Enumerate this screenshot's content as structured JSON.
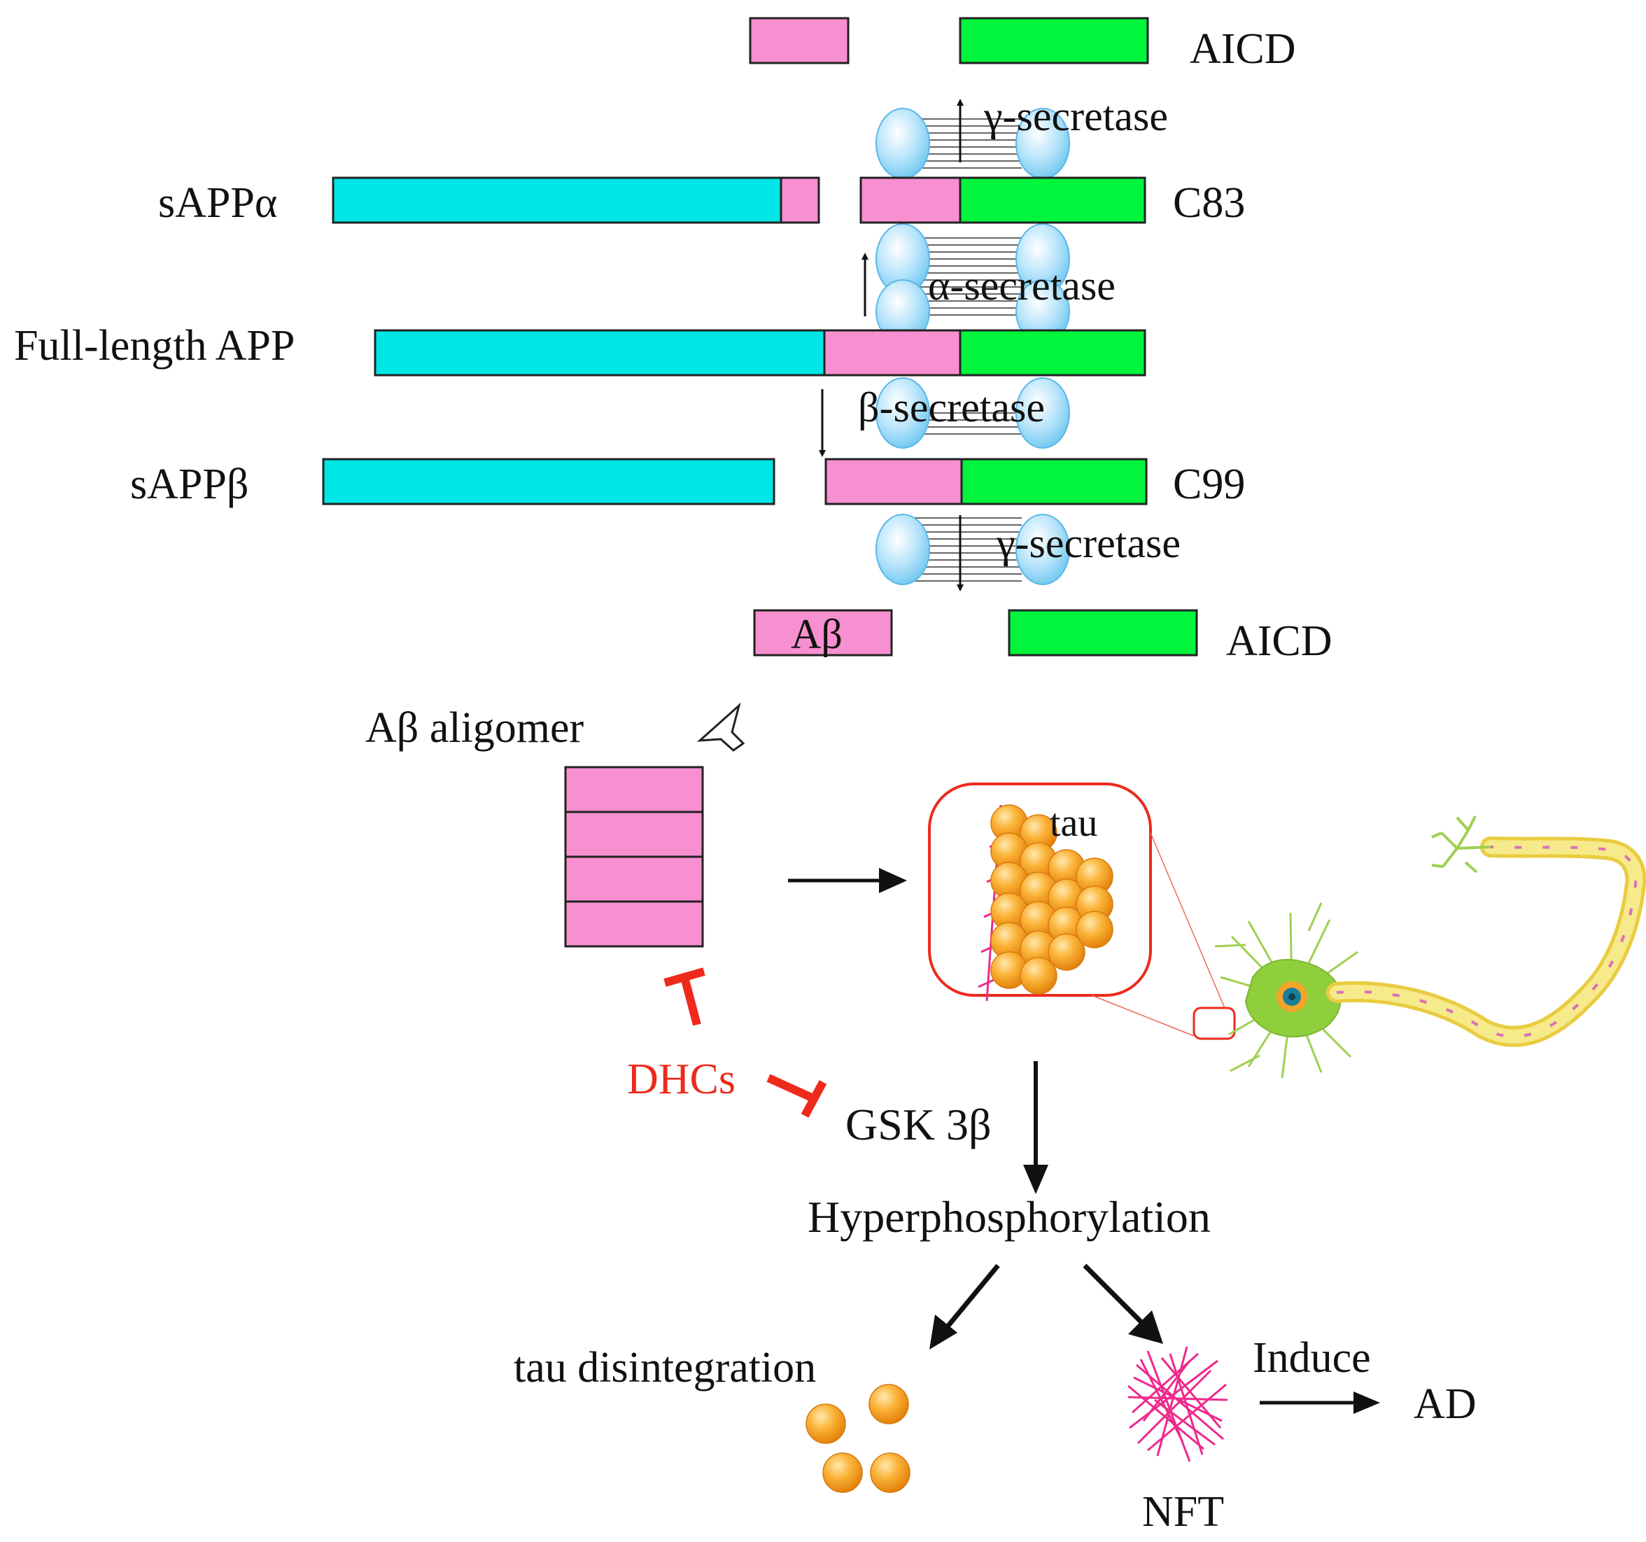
{
  "labels": {
    "aicd_top": "AICD",
    "gamma_top": "γ-secretase",
    "sappa": "sAPPα",
    "c83": "C83",
    "alpha": "α-secretase",
    "full_app": "Full-length APP",
    "beta": "β-secretase",
    "sappb": "sAPPβ",
    "c99": "C99",
    "gamma_bottom": "γ-secretase",
    "abeta": "Aβ",
    "aicd_bottom": "AICD",
    "oligomer": "Aβ aligomer",
    "tau": "tau",
    "dhcs": "DHCs",
    "gsk": "GSK 3β",
    "hyper": "Hyperphosphorylation",
    "tau_dis": "tau disintegration",
    "nft": "NFT",
    "induce": "Induce",
    "ad": "AD"
  },
  "colors": {
    "cyan": "#00e5e5",
    "pink": "#f78fd0",
    "green": "#00f53c",
    "inhibit_red": "#ee2a1c",
    "membrane_blue": "#a8def8",
    "tau_orange": "#f7a11a",
    "nft_pink": "#ee2a8c",
    "neuron_green": "#8fcf3c",
    "axon_yellow": "#f2e06a"
  }
}
